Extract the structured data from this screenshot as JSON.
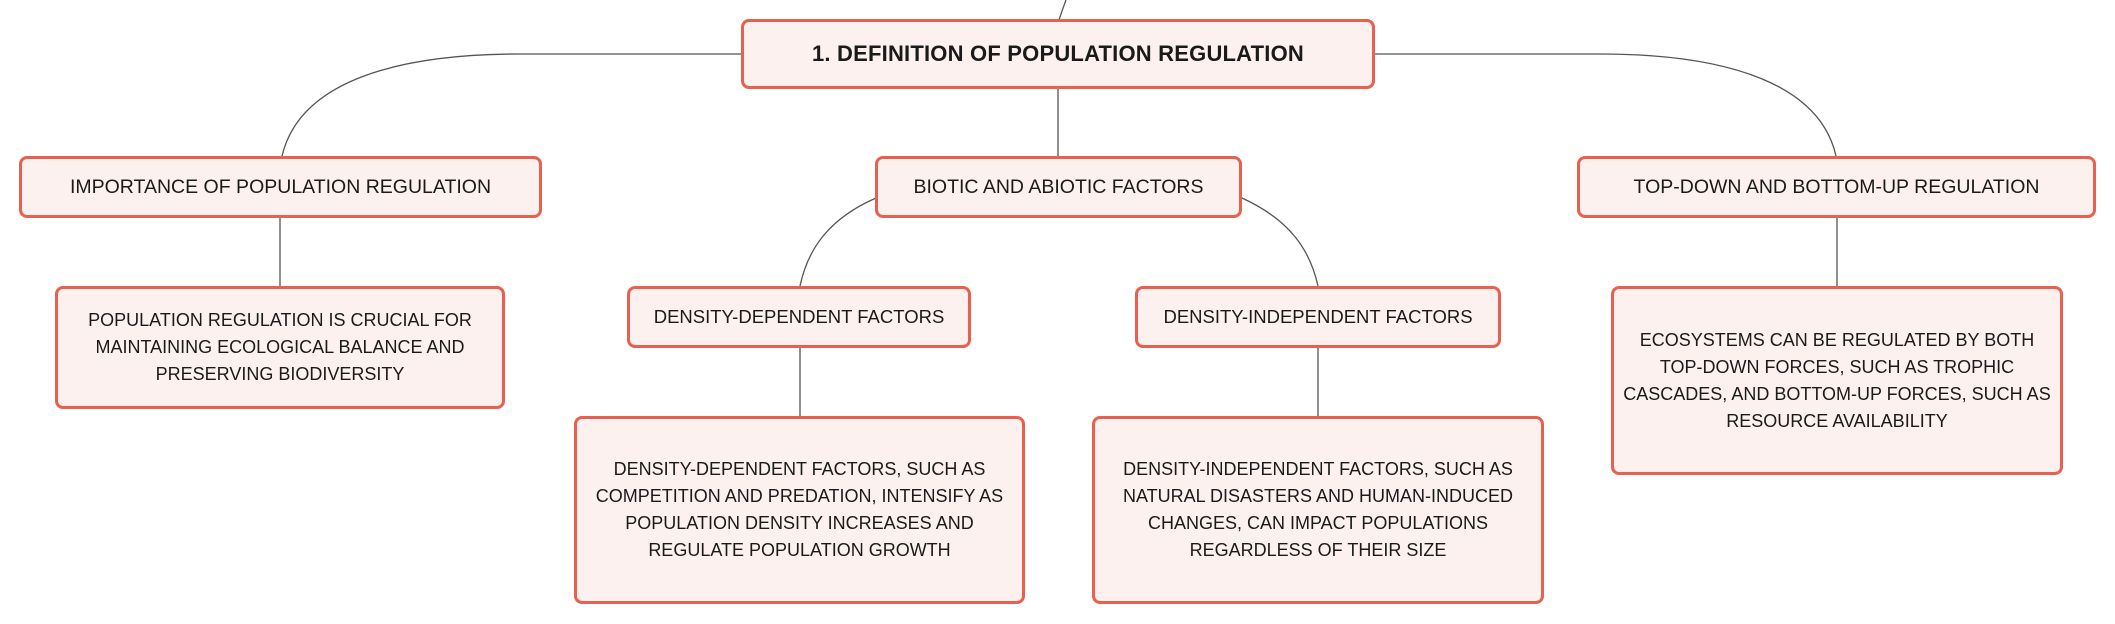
{
  "root": {
    "label": "1. DEFINITION OF POPULATION REGULATION"
  },
  "branches": {
    "importance": {
      "title": "IMPORTANCE OF POPULATION REGULATION",
      "detail": "POPULATION REGULATION IS CRUCIAL FOR MAINTAINING ECOLOGICAL BALANCE AND PRESERVING BIODIVERSITY"
    },
    "factors": {
      "title": "BIOTIC AND ABIOTIC FACTORS",
      "dependent": {
        "title": "DENSITY-DEPENDENT FACTORS",
        "detail": "DENSITY-DEPENDENT FACTORS, SUCH AS COMPETITION AND PREDATION, INTENSIFY AS POPULATION DENSITY INCREASES AND REGULATE POPULATION GROWTH"
      },
      "independent": {
        "title": "DENSITY-INDEPENDENT FACTORS",
        "detail": "DENSITY-INDEPENDENT FACTORS, SUCH AS NATURAL DISASTERS AND HUMAN-INDUCED CHANGES, CAN IMPACT POPULATIONS REGARDLESS OF THEIR SIZE"
      }
    },
    "regulation": {
      "title": "TOP-DOWN AND BOTTOM-UP REGULATION",
      "detail": "ECOSYSTEMS CAN BE REGULATED BY BOTH TOP-DOWN FORCES, SUCH AS TROPHIC CASCADES, AND BOTTOM-UP FORCES, SUCH AS RESOURCE AVAILABILITY"
    }
  },
  "colors": {
    "node_border": "#e8604e",
    "node_fill": "#fdf1ef",
    "connector": "#555555",
    "text": "#1a1a1a"
  }
}
